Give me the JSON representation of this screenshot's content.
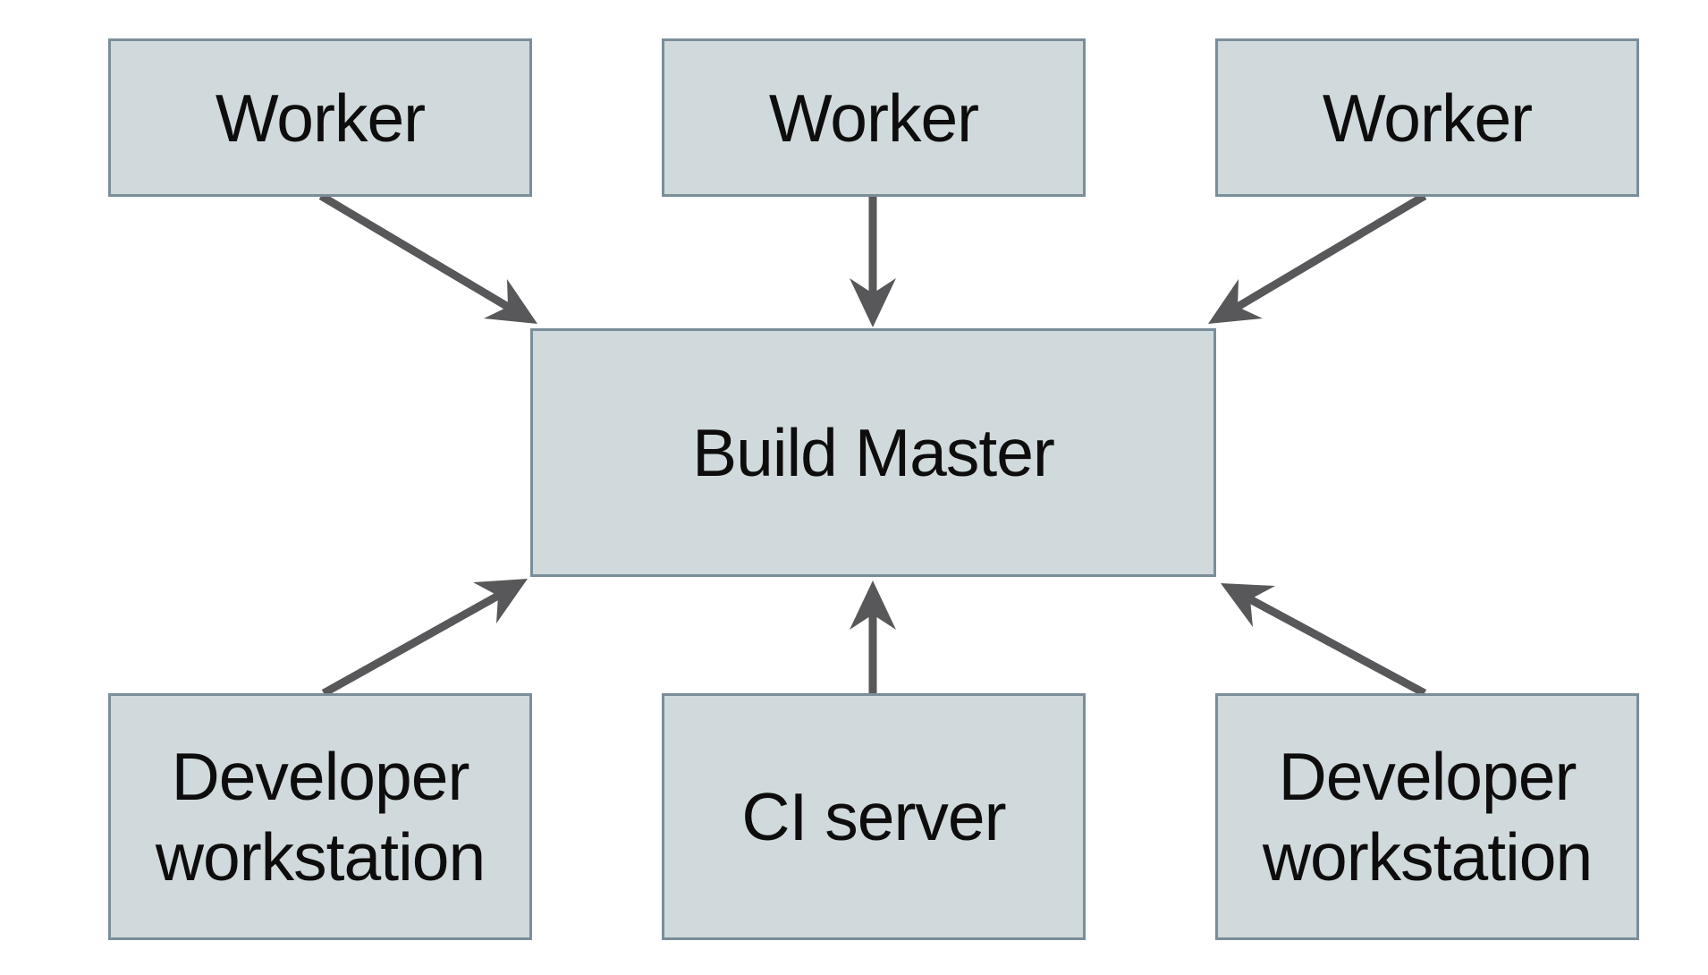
{
  "diagram": {
    "type": "architecture-diagram",
    "nodes": [
      {
        "id": "worker-1",
        "label": "Worker"
      },
      {
        "id": "worker-2",
        "label": "Worker"
      },
      {
        "id": "worker-3",
        "label": "Worker"
      },
      {
        "id": "build-master",
        "label": "Build Master"
      },
      {
        "id": "dev-workstation-1",
        "label": "Developer workstation"
      },
      {
        "id": "ci-server",
        "label": "CI server"
      },
      {
        "id": "dev-workstation-2",
        "label": "Developer workstation"
      }
    ],
    "edges": [
      {
        "from": "worker-1",
        "to": "build-master",
        "direction": "into-top-left"
      },
      {
        "from": "worker-2",
        "to": "build-master",
        "direction": "into-top-center"
      },
      {
        "from": "worker-3",
        "to": "build-master",
        "direction": "into-top-right"
      },
      {
        "from": "dev-workstation-1",
        "to": "build-master",
        "direction": "into-bottom-left"
      },
      {
        "from": "ci-server",
        "to": "build-master",
        "direction": "into-bottom-center"
      },
      {
        "from": "dev-workstation-2",
        "to": "build-master",
        "direction": "into-bottom-right"
      }
    ],
    "colors": {
      "node_fill": "#d0d9db",
      "node_border": "#7a8e99",
      "arrow": "#58585a",
      "text": "#0d0d0d",
      "background": "#ffffff"
    }
  }
}
